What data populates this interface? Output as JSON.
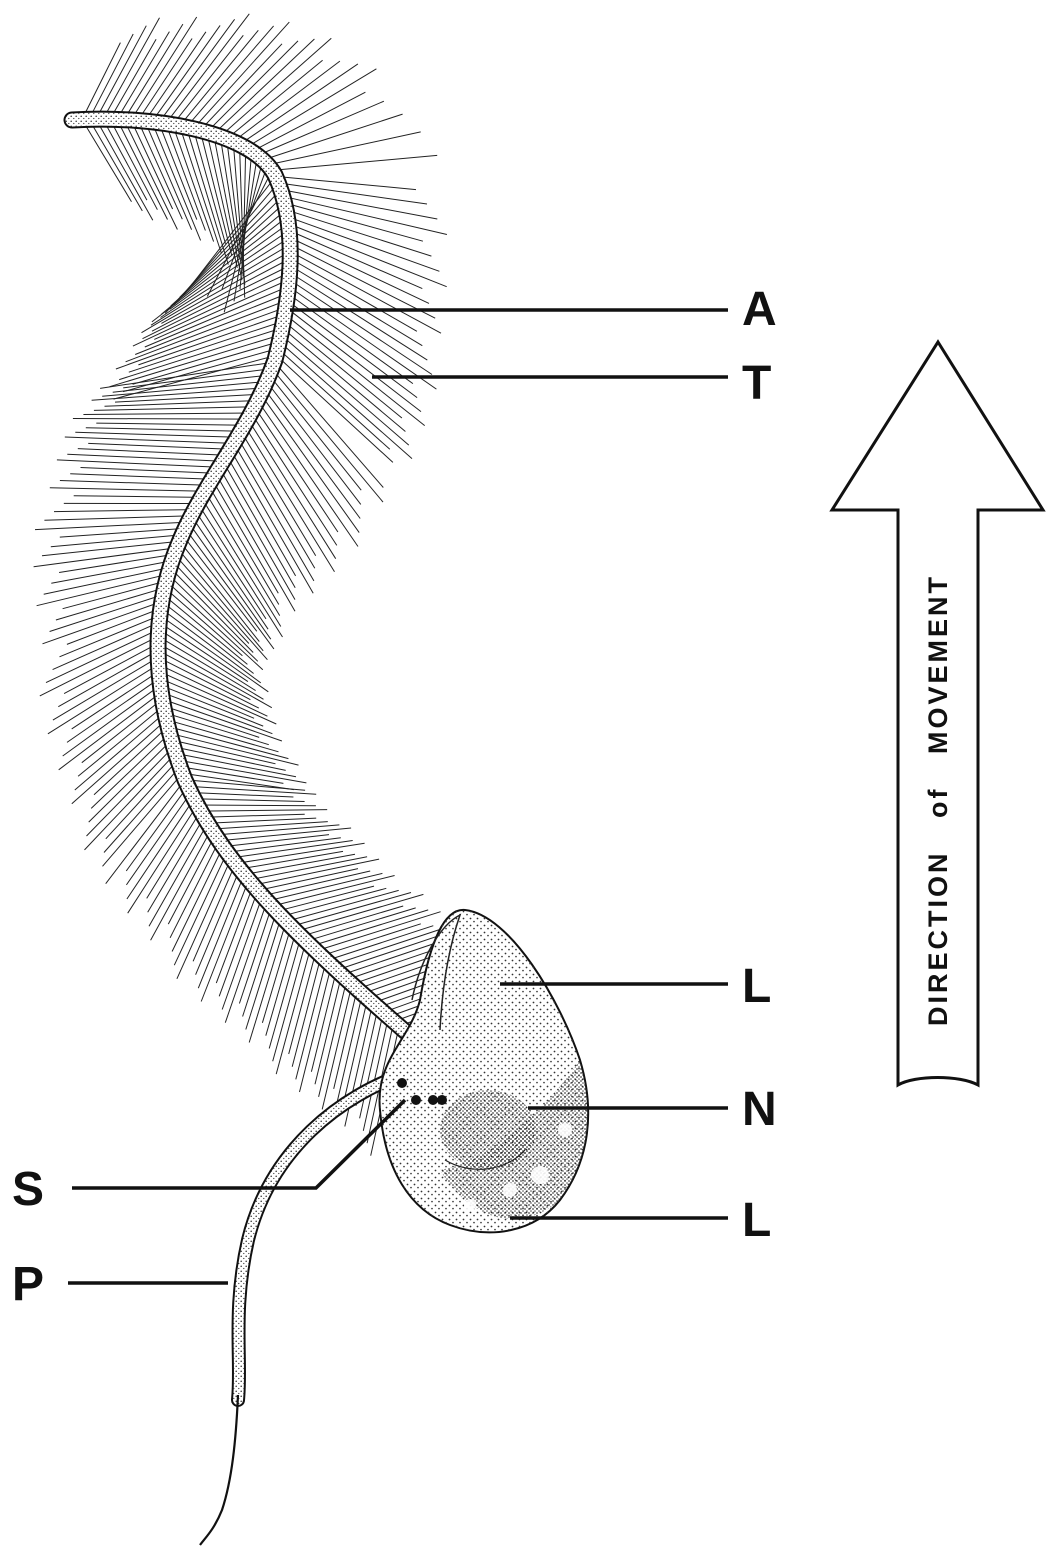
{
  "labels": {
    "A": "A",
    "T": "T",
    "L_upper": "L",
    "N": "N",
    "L_lower": "L",
    "S": "S",
    "P": "P"
  },
  "arrow": {
    "text_main": "DIRECTION",
    "text_of": "of",
    "text_end": "MOVEMENT"
  },
  "colors": {
    "ink": "#111111",
    "stipple": "#333333",
    "background": "#ffffff"
  }
}
